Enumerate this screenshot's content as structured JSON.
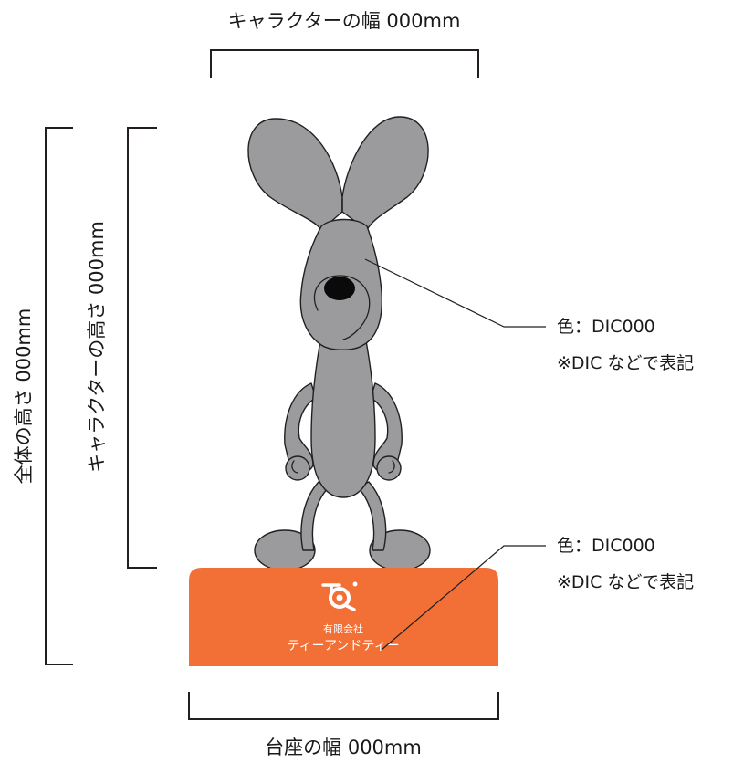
{
  "dimensions": {
    "character_width": "キャラクターの幅 000mm",
    "character_height": "キャラクターの高さ 000mm",
    "total_height": "全体の高さ 000mm",
    "base_width": "台座の幅 000mm"
  },
  "callouts": [
    {
      "color": "色：DIC000",
      "note": "※DIC などで表記"
    },
    {
      "color": "色：DIC000",
      "note": "※DIC などで表記"
    }
  ],
  "base_plate": {
    "company_line1": "有限会社",
    "company_line2": "ティーアンドティー",
    "logo": "tandt-logo"
  },
  "colors": {
    "character": "#9b9b9d",
    "base": "#f26f36",
    "line": "#231f20"
  }
}
